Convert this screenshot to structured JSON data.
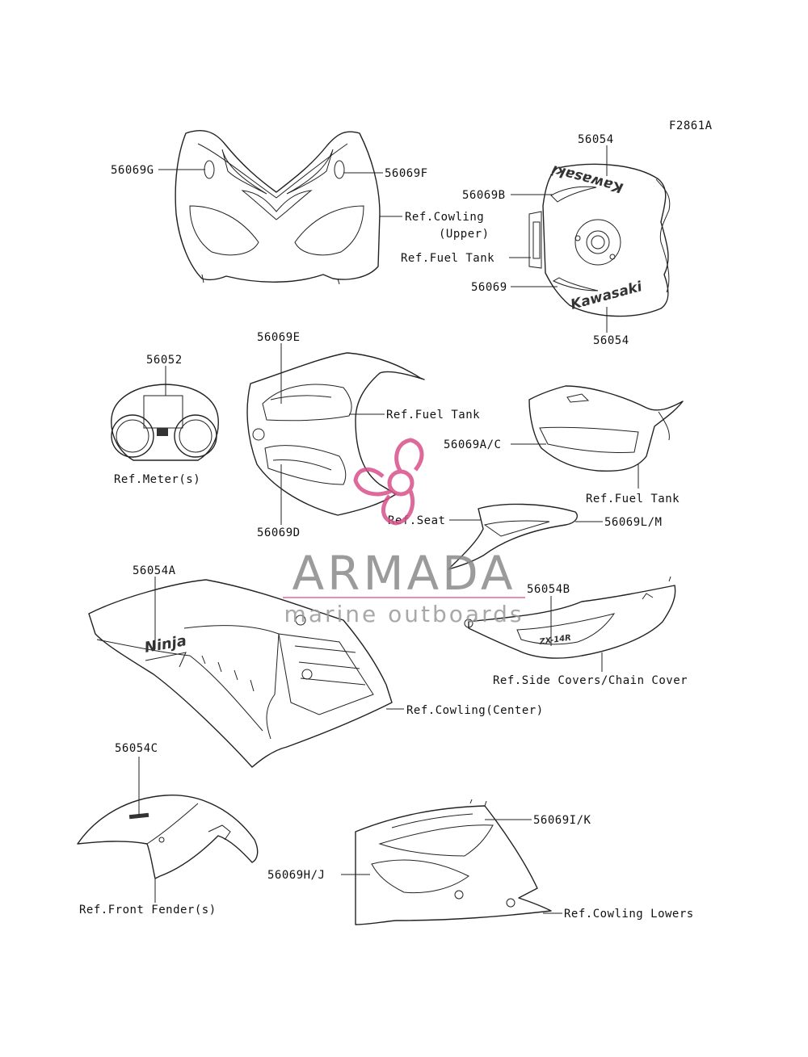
{
  "figure_id": "F2861A",
  "labels": {
    "p56054_top": "56054",
    "p56054_bottom": "56054",
    "p56069B": "56069B",
    "p56069": "56069",
    "p56069G": "56069G",
    "p56069F": "56069F",
    "p56052": "56052",
    "p56069E": "56069E",
    "p56069D": "56069D",
    "p56069AC": "56069A/C",
    "p56069LM": "56069L/M",
    "p56054A": "56054A",
    "p56054B": "56054B",
    "p56054C": "56054C",
    "p56069IK": "56069I/K",
    "p56069HJ": "56069H/J",
    "ref_cowling_upper_1": "Ref.Cowling",
    "ref_cowling_upper_2": "(Upper)",
    "ref_fuel_tank_1": "Ref.Fuel Tank",
    "ref_fuel_tank_2": "Ref.Fuel Tank",
    "ref_fuel_tank_3": "Ref.Fuel Tank",
    "ref_meters": "Ref.Meter(s)",
    "ref_seat": "Ref.Seat",
    "ref_side_covers": "Ref.Side Covers/Chain Cover",
    "ref_cowling_center": "Ref.Cowling(Center)",
    "ref_front_fender": "Ref.Front Fender(s)",
    "ref_cowling_lowers": "Ref.Cowling Lowers"
  },
  "decal_text": {
    "kawasaki_top": "Kawasaki",
    "kawasaki_bottom": "Kawasaki",
    "ninja": "Ninja",
    "zx14r": "ZX-14R"
  },
  "watermark": {
    "title": "ARMADA",
    "subtitle": "marine outboards",
    "color": "#d94f8a"
  }
}
